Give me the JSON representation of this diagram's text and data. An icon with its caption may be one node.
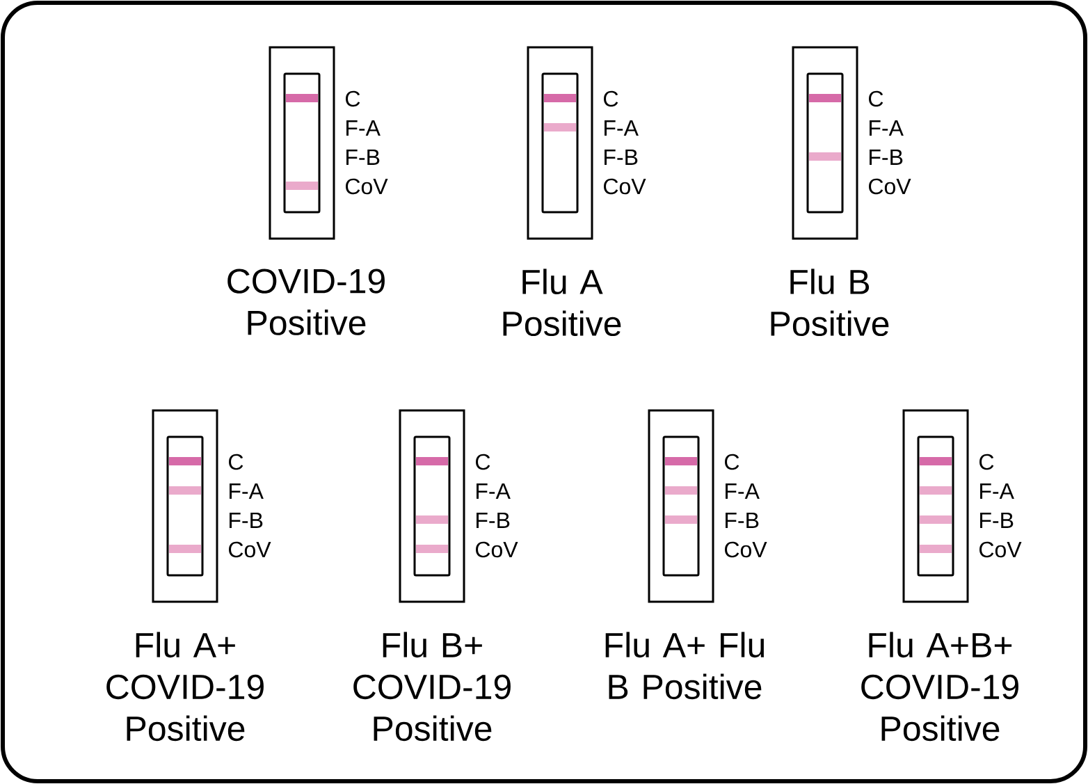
{
  "diagram": {
    "nodes": [
      {
        "text": [
          "COVID-19 Positive"
        ],
        "beside": [
          "C",
          "F-A",
          "F-B",
          "CoV"
        ]
      },
      {
        "text": [
          "Flu A Positive"
        ],
        "beside": [
          "C",
          "F-A",
          "F-B",
          "CoV"
        ]
      },
      {
        "text": [
          "Flu B Positive"
        ],
        "beside": [
          "C",
          "F-A",
          "F-B",
          "CoV"
        ]
      },
      {
        "text": [
          "Flu A+ COVID-19 Positive"
        ],
        "beside": [
          "C",
          "F-A",
          "F-B",
          "CoV"
        ]
      },
      {
        "text": [
          "Flu B+ COVID-19 Positive"
        ],
        "beside": [
          "C",
          "F-A",
          "F-B",
          "CoV"
        ]
      },
      {
        "text": [
          "Flu A+ Flu B Positive"
        ],
        "beside": [
          "C",
          "F-A",
          "F-B",
          "CoV"
        ]
      },
      {
        "text": [
          "Flu A+B+ COVID-19 Positive"
        ],
        "beside": [
          "C",
          "F-A",
          "F-B",
          "CoV"
        ]
      }
    ]
  }
}
